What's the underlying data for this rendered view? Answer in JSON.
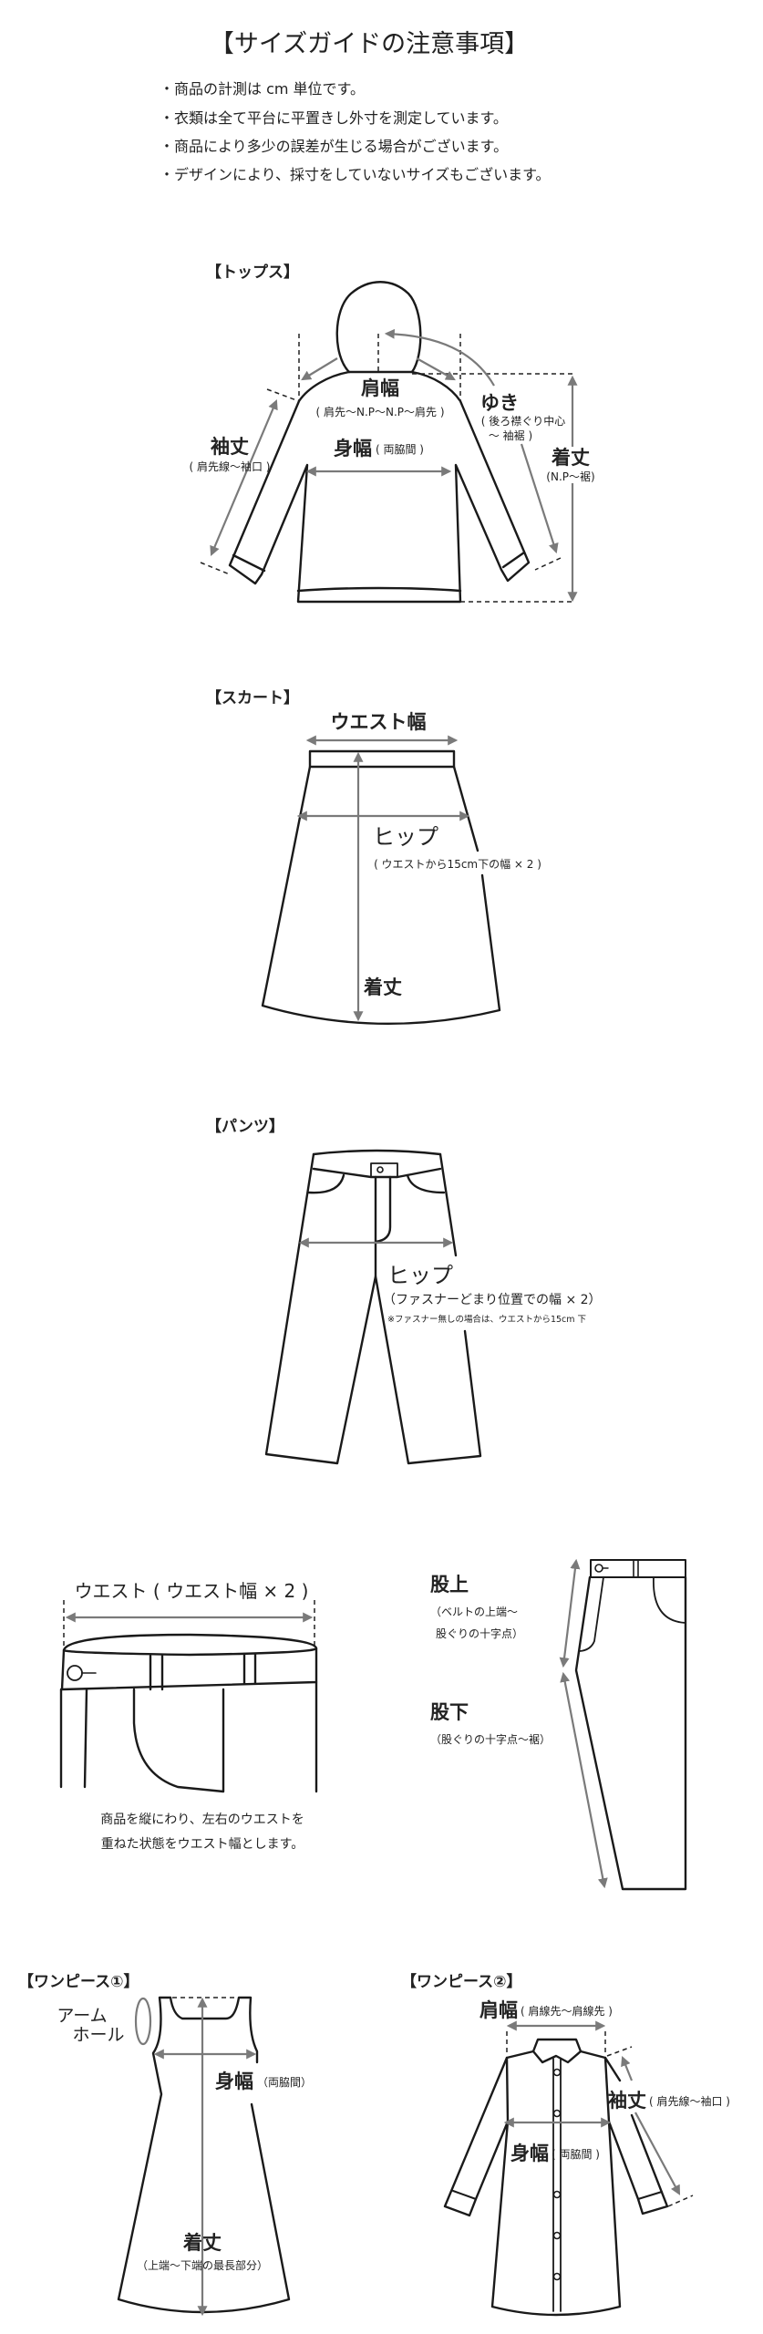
{
  "header": {
    "title": "【サイズガイドの注意事項】",
    "notes": [
      "・商品の計測は cm 単位です。",
      "・衣類は全て平台に平置きし外寸を測定しています。",
      "・商品により多少の誤差が生じる場合がございます。",
      "・デザインにより、採寸をしていないサイズもございます。"
    ]
  },
  "tops": {
    "title": "【トップス】",
    "shoulder": "肩幅",
    "shoulder_note": "( 肩先～N.P～N.P～肩先 )",
    "body": "身幅",
    "body_note": "( 両脇間 )",
    "sleeve": "袖丈",
    "sleeve_note": "( 肩先線～袖口 )",
    "yuki": "ゆき",
    "yuki_note1": "( 後ろ襟ぐり中心",
    "yuki_note2": "～ 袖裾 )",
    "length": "着丈",
    "length_note": "(N.P～裾)"
  },
  "skirt": {
    "title": "【スカート】",
    "waist": "ウエスト幅",
    "hip": "ヒップ",
    "hip_note": "( ウエストから15cm下の幅 × 2 )",
    "length": "着丈"
  },
  "pants": {
    "title": "【パンツ】",
    "hip": "ヒップ",
    "hip_note": "（ファスナーどまり位置での幅 × 2）",
    "hip_footnote": "※ファスナー無しの場合は、ウエストから15cm 下"
  },
  "waist_detail": {
    "label": "ウエスト ( ウエスト幅 × 2 )",
    "note1": "商品を縦にわり、左右のウエストを",
    "note2": "重ねた状態をウエスト幅とします。"
  },
  "rise": {
    "rise": "股上",
    "rise_note1": "（ベルトの上端～",
    "rise_note2": "股ぐりの十字点）",
    "inseam": "股下",
    "inseam_note": "（股ぐりの十字点～裾）"
  },
  "dress1": {
    "title": "【ワンピース①】",
    "armhole1": "アーム",
    "armhole2": "ホール",
    "body": "身幅",
    "body_note": "（両脇間）",
    "length": "着丈",
    "length_note": "（上端～下端の最長部分）"
  },
  "dress2": {
    "title": "【ワンピース②】",
    "shoulder": "肩幅",
    "shoulder_note": "( 肩線先～肩線先 )",
    "sleeve": "袖丈",
    "sleeve_note": "( 肩先線～袖口 )",
    "body": "身幅",
    "body_note": "( 両脇間 )"
  }
}
